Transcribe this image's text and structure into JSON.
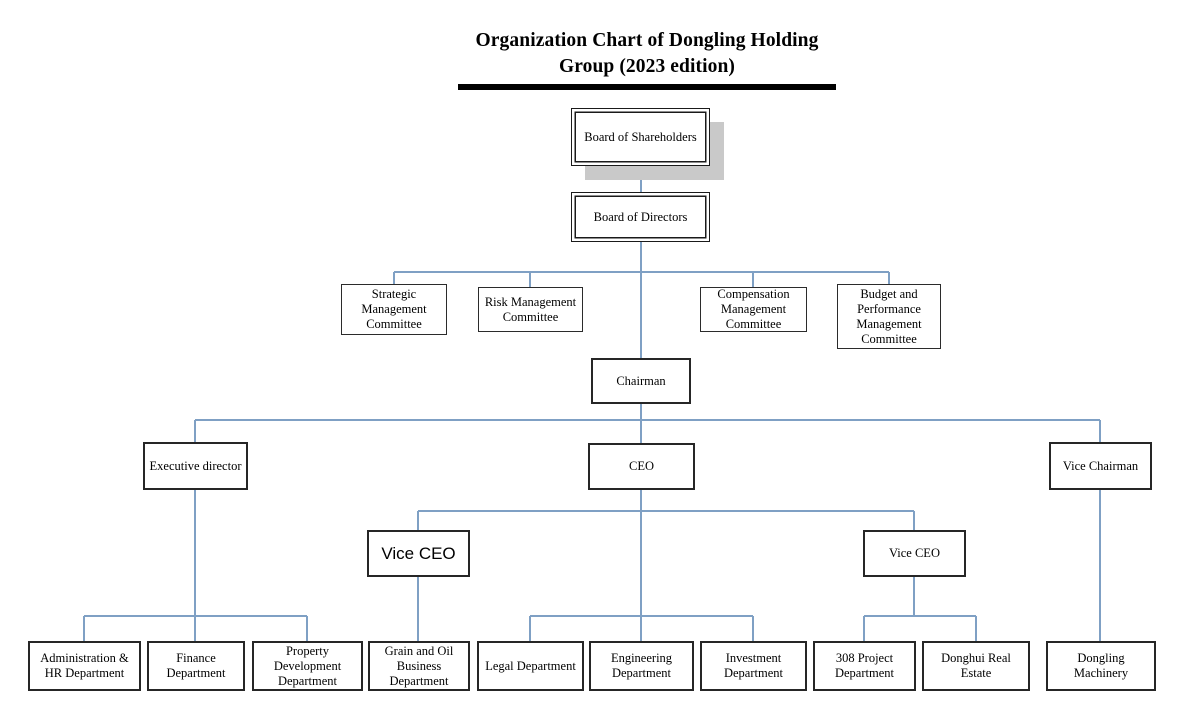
{
  "chart_data": {
    "type": "diagram",
    "diagram_type": "organization-chart",
    "title": "Organization Chart of Dongling Holding Group (2023 edition)",
    "title_lines": [
      "Organization Chart of Dongling Holding",
      "Group (2023 edition)"
    ],
    "connector_color": "#7fa0c4",
    "box_border_color": "#2b2b2b",
    "shadow_color": "#c9c9c9",
    "background": "#ffffff",
    "levels": [
      {
        "level": 0,
        "nodes": [
          "Board of Shareholders"
        ]
      },
      {
        "level": 1,
        "nodes": [
          "Board of Directors"
        ]
      },
      {
        "level": 2,
        "nodes": [
          "Strategic Management Committee",
          "Risk Management Committee",
          "Compensation Management Committee",
          "Budget and Performance Management Committee"
        ]
      },
      {
        "level": 3,
        "nodes": [
          "Chairman"
        ]
      },
      {
        "level": 4,
        "nodes": [
          "Executive director",
          "CEO",
          "Vice Chairman"
        ]
      },
      {
        "level": 5,
        "nodes": [
          "Vice CEO",
          "Vice CEO"
        ]
      },
      {
        "level": 6,
        "nodes": [
          "Administration & HR Department",
          "Finance Department",
          "Property Development Department",
          "Grain and Oil Business Department",
          "Legal Department",
          "Engineering Department",
          "Investment Department",
          "308 Project Department",
          "Donghui Real Estate",
          "Dongling Machinery"
        ]
      }
    ],
    "edges": [
      [
        "Board of Shareholders",
        "Board of Directors"
      ],
      [
        "Board of Directors",
        "Strategic Management Committee"
      ],
      [
        "Board of Directors",
        "Risk Management Committee"
      ],
      [
        "Board of Directors",
        "Compensation Management Committee"
      ],
      [
        "Board of Directors",
        "Budget and Performance Management Committee"
      ],
      [
        "Board of Directors",
        "Chairman"
      ],
      [
        "Chairman",
        "Executive director"
      ],
      [
        "Chairman",
        "CEO"
      ],
      [
        "Chairman",
        "Vice Chairman"
      ],
      [
        "CEO",
        "Vice CEO (left)"
      ],
      [
        "CEO",
        "Vice CEO (right)"
      ],
      [
        "Executive director",
        "Administration & HR Department"
      ],
      [
        "Executive director",
        "Finance Department"
      ],
      [
        "Executive director",
        "Property Development Department"
      ],
      [
        "Vice CEO (left)",
        "Grain and Oil Business Department"
      ],
      [
        "CEO",
        "Legal Department"
      ],
      [
        "CEO",
        "Engineering Department"
      ],
      [
        "CEO",
        "Investment Department"
      ],
      [
        "Vice CEO (right)",
        "308 Project Department"
      ],
      [
        "Vice CEO (right)",
        "Donghui Real Estate"
      ],
      [
        "Vice Chairman",
        "Dongling Machinery"
      ]
    ]
  },
  "title": {
    "line1": "Organization Chart of Dongling Holding",
    "line2": "Group (2023 edition)"
  },
  "nodes": {
    "board_of_shareholders": "Board of Shareholders",
    "board_of_directors": "Board of Directors",
    "strategic_management_committee": "Strategic Management Committee",
    "risk_management_committee": "Risk Management Committee",
    "compensation_management_committee": "Compensation Management Committee",
    "budget_performance_committee": "Budget and Performance Management Committee",
    "chairman": "Chairman",
    "executive_director": "Executive director",
    "ceo": "CEO",
    "vice_chairman": "Vice Chairman",
    "vice_ceo_left": "Vice CEO",
    "vice_ceo_right": "Vice CEO",
    "admin_hr_department": "Administration & HR Department",
    "finance_department": "Finance Department",
    "property_development_department": "Property Development Department",
    "grain_oil_business_department": "Grain and Oil Business Department",
    "legal_department": "Legal Department",
    "engineering_department": "Engineering Department",
    "investment_department": "Investment Department",
    "project_308_department": "308 Project Department",
    "donghui_real_estate": "Donghui Real Estate",
    "dongling_machinery": "Dongling Machinery"
  }
}
